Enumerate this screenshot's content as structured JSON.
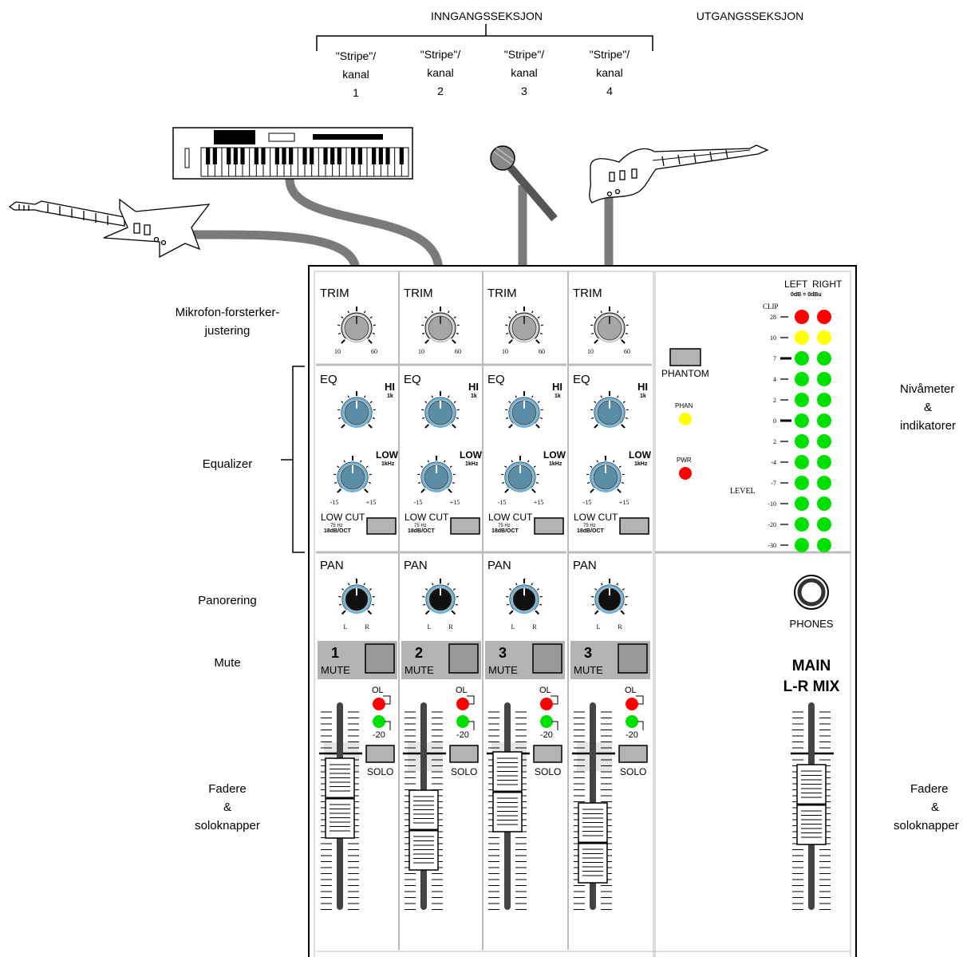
{
  "header": {
    "input_section": "INNGANGSSEKSJON",
    "output_section": "UTGANGSSEKSJON",
    "stripes": [
      {
        "line1": "\"Stripe\"/",
        "line2": "kanal",
        "line3": "1"
      },
      {
        "line1": "\"Stripe\"/",
        "line2": "kanal",
        "line3": "2"
      },
      {
        "line1": "\"Stripe\"/",
        "line2": "kanal",
        "line3": "3"
      },
      {
        "line1": "\"Stripe\"/",
        "line2": "kanal",
        "line3": "4"
      }
    ]
  },
  "side_labels": {
    "preamp_line1": "Mikrofon-forsterker-",
    "preamp_line2": "justering",
    "equalizer": "Equalizer",
    "pan": "Panorering",
    "mute": "Mute",
    "faders_line1": "Fadere",
    "faders_line2": "&",
    "faders_line3": "soloknapper",
    "meter_line1": "Nivåmeter",
    "meter_line2": "&",
    "meter_line3": "indikatorer",
    "faders_right_line1": "Fadere",
    "faders_right_line2": "&",
    "faders_right_line3": "soloknapper"
  },
  "strip": {
    "trim": "TRIM",
    "trim_min": "10",
    "trim_max": "60",
    "eq": "EQ",
    "hi": "HI",
    "hi_freq": "1k",
    "low": "LOW",
    "low_freq": "1kHz",
    "eq_min": "-15",
    "eq_max": "+15",
    "low_cut": "LOW CUT",
    "low_cut_freq": "75 Hz",
    "low_cut_slope": "18dB/OCT",
    "pan": "PAN",
    "pan_left": "L",
    "pan_right": "R",
    "mute": "MUTE",
    "ol": "OL",
    "minus20": "-20",
    "solo": "SOLO"
  },
  "channels": [
    {
      "number": "1",
      "fader_position": 0.25
    },
    {
      "number": "2",
      "fader_position": 0.5
    },
    {
      "number": "3",
      "fader_position": 0.2
    },
    {
      "number": "3",
      "fader_position": 0.6
    }
  ],
  "output": {
    "meter_left": "LEFT",
    "meter_right": "RIGHT",
    "meter_ref": "0dB = 0dBu",
    "clip": "CLIP",
    "meter_scale": [
      "28",
      "10",
      "7",
      "4",
      "2",
      "0",
      "2",
      "-4",
      "-7",
      "-10",
      "-20",
      "-30"
    ],
    "level": "LEVEL",
    "phantom": "PHANTOM",
    "phan": "PHAN",
    "pwr": "PWR",
    "phones": "PHONES",
    "main_line1": "MAIN",
    "main_line2": "L-R MIX",
    "main_fader_position": 0.3
  },
  "colors": {
    "led_red": "#ff0000",
    "led_yellow": "#ffff00",
    "led_green": "#00e000",
    "knob_trim": "#a6a6a6",
    "knob_eq": "#5b8ea6",
    "knob_pan": "#111111",
    "cable": "#7a7a7a",
    "mute_bar": "#b3b3b3"
  }
}
